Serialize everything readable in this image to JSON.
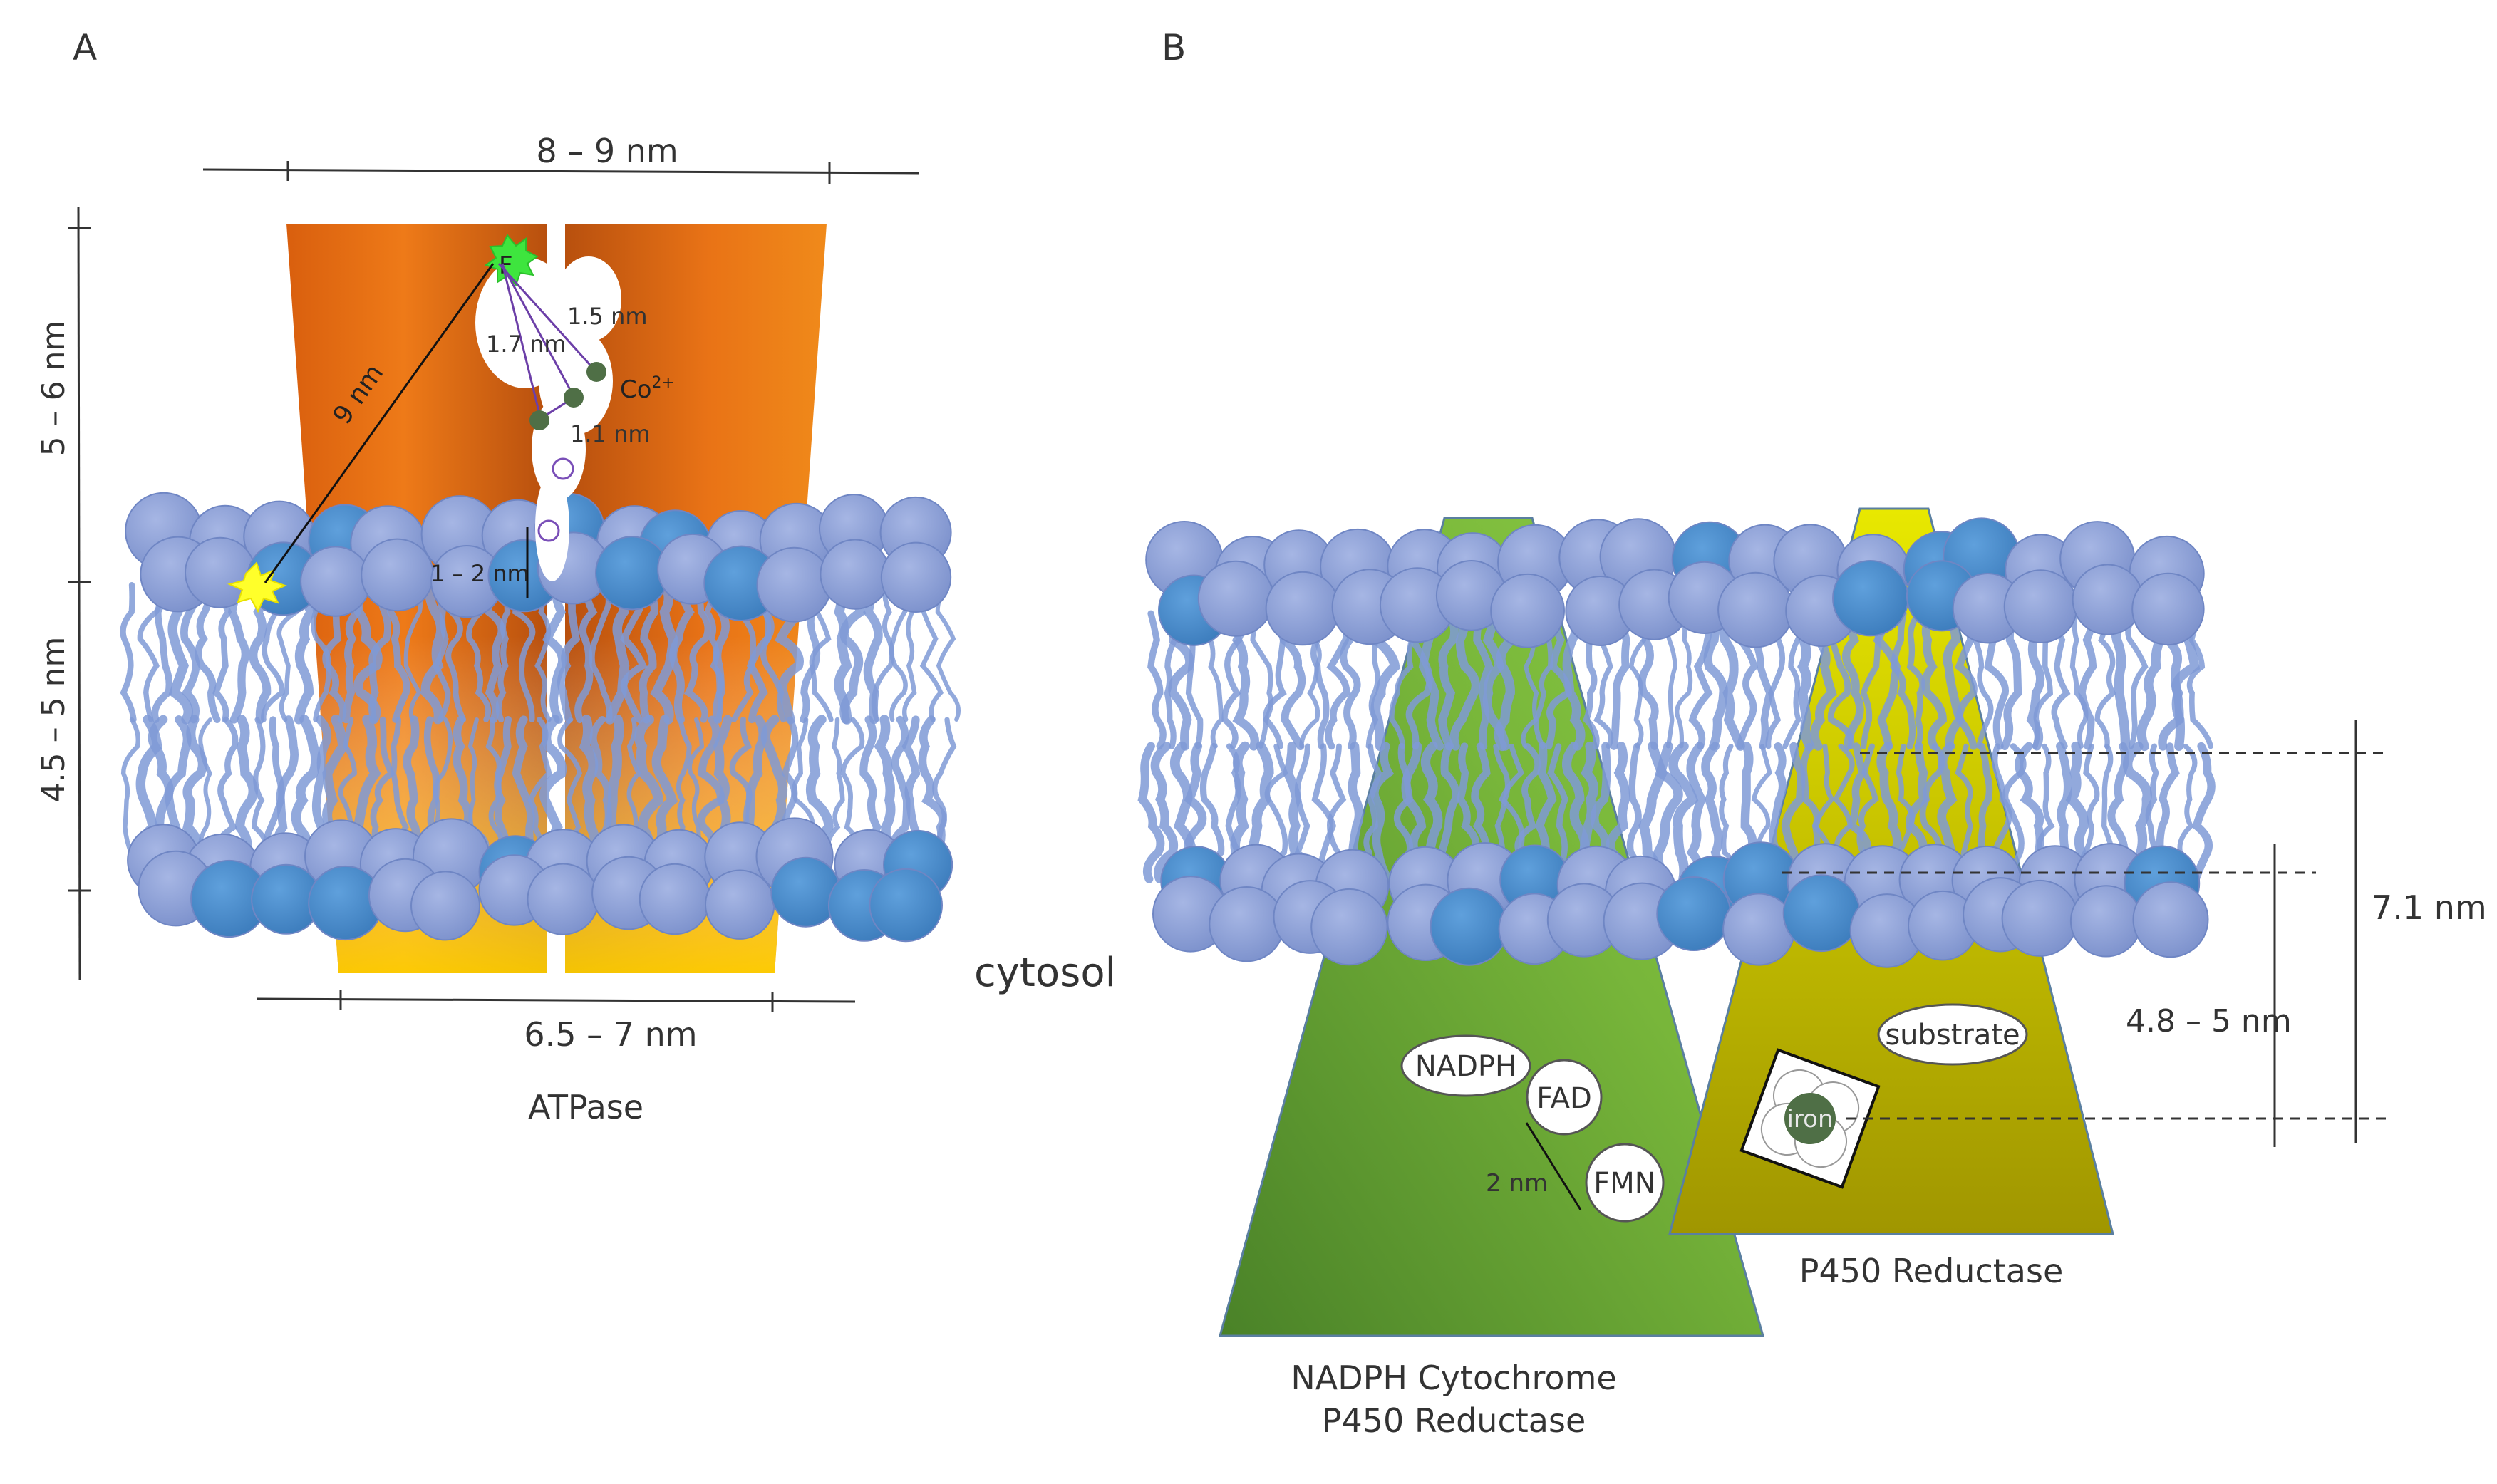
{
  "panels": {
    "a": {
      "letter": "A",
      "top_width": "8 – 9 nm",
      "upper_height": "5 – 6 nm",
      "lower_height": "4.5 – 5 nm",
      "bottom_width": "6.5 – 7 nm",
      "caption": "ATPase",
      "fret_label": "F",
      "dist_9": "9 nm",
      "dist_1_5": "1.5 nm",
      "dist_1_7": "1.7 nm",
      "cobalt": "Co",
      "cobalt_charge": "2+",
      "dist_1_1": "1.1 nm",
      "dist_1_2": "1 – 2 nm"
    },
    "cytosol": "cytosol",
    "b": {
      "letter": "B",
      "nadph": "NADPH",
      "fad": "FAD",
      "fmn": "FMN",
      "dist_2": "2 nm",
      "caption_green_line1": "NADPH Cytochrome",
      "caption_green_line2": "P450 Reductase",
      "substrate": "substrate",
      "iron": "iron",
      "caption_yellow": "P450 Reductase",
      "dist_4_8": "4.8 – 5 nm",
      "dist_7_1": "7.1 nm"
    }
  },
  "colors": {
    "lipid_head_light": "#8fa3d8",
    "lipid_head_dark": "#4a8ccc",
    "lipid_tail": "#7f9ad6",
    "atpase_orange": "#e06a10",
    "atpase_yellow": "#f8c800",
    "green_dark": "#4e8a2a",
    "green_light": "#86c440",
    "yellow_dark": "#a8a000",
    "yellow_light": "#e6e600",
    "fret_green": "#44ee44",
    "fret_yellow": "#ffff33",
    "metal": "#4f6f46"
  }
}
